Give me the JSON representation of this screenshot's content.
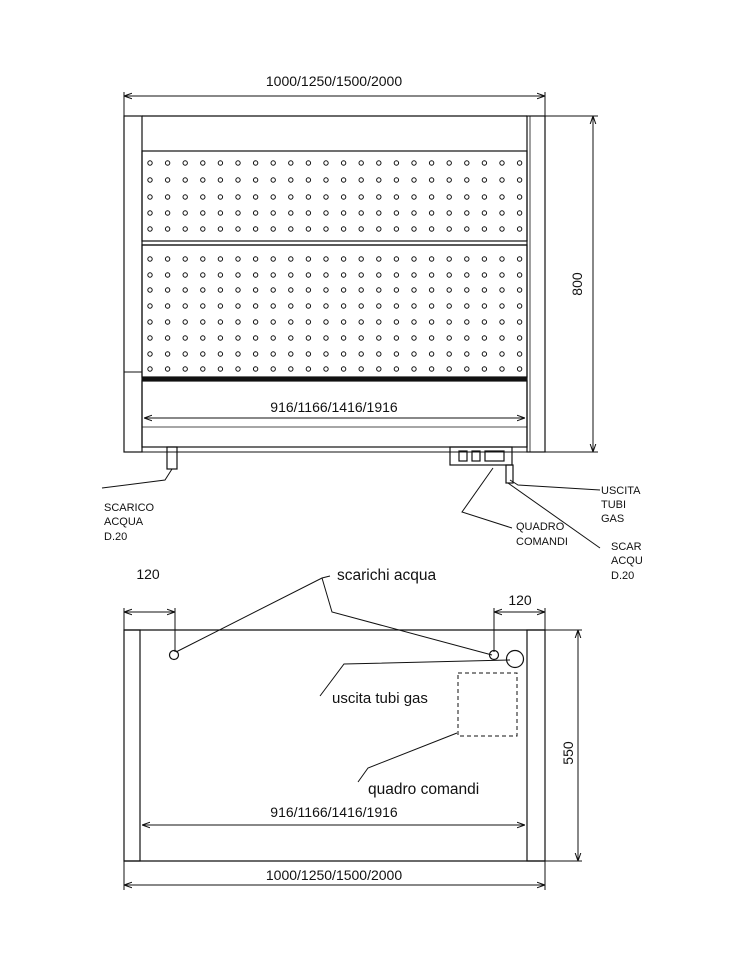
{
  "front_view": {
    "width_label": "1000/1250/1500/2000",
    "height_label": "800",
    "inner_width_label": "916/1166/1416/1916",
    "labels": {
      "water_drain_lines": [
        "SCARICO",
        "ACQUA",
        "D.20"
      ],
      "gas_outlet_lines": [
        "USCITA",
        "TUBI",
        "GAS"
      ],
      "control_panel_lines": [
        "QUADRO",
        "COMANDI"
      ],
      "right_drain_lines": [
        "SCAR",
        "ACQU",
        "D.20"
      ]
    }
  },
  "plan_view": {
    "left_offset_label": "120",
    "right_offset_label": "120",
    "depth_label": "550",
    "inner_width_label": "916/1166/1416/1916",
    "outer_width_label": "1000/1250/1500/2000",
    "labels": {
      "water_drains": "scarichi acqua",
      "gas_outlet": "uscita tubi gas",
      "control_panel": "quadro comandi"
    }
  }
}
